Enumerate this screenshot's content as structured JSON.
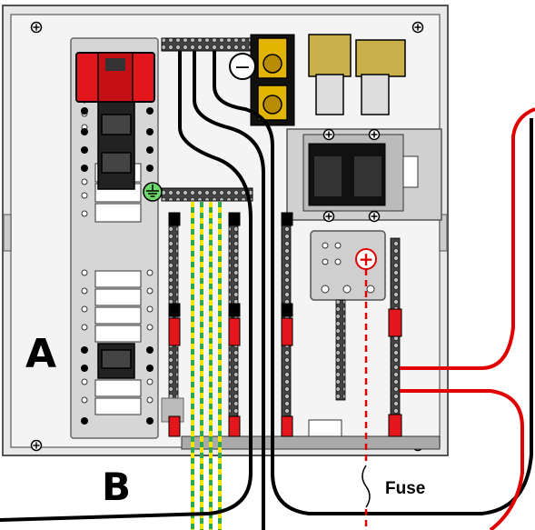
{
  "labels": {
    "panel_section_a": "A",
    "panel_section_b": "B",
    "fuse": "Fuse",
    "negative_symbol": "−",
    "positive_symbol": "+"
  },
  "colors": {
    "enclosure": "#e6e6e6",
    "backplate": "#d9d9d9",
    "breaker_red": "#e3161c",
    "positive_wire": "#e00000",
    "negative_wire": "#000000",
    "ground_green": "#2fa84f",
    "ground_yellow": "#f2e600",
    "brass": "#c9b04a",
    "bolt_gold": "#e0b400"
  },
  "icons": {
    "ground_symbol": "ground-icon",
    "negative_terminal": "minus-icon",
    "positive_terminal": "plus-icon",
    "fuse_symbol": "fuse-icon",
    "screws": "phillips-screw-icon"
  }
}
